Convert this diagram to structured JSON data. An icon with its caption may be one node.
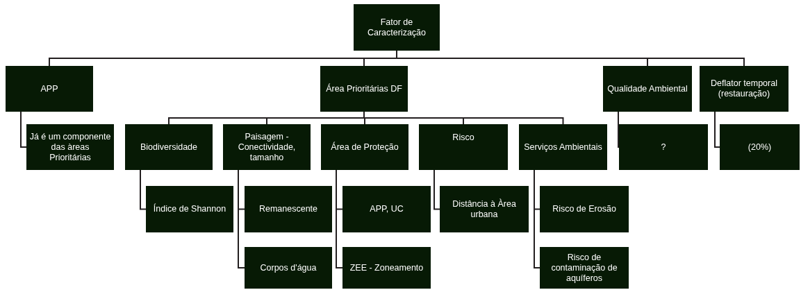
{
  "diagram": {
    "nodes": [
      {
        "text": [
          "Fator de Caracterização"
        ]
      },
      {
        "text": [
          "APP"
        ]
      },
      {
        "text": [
          "Área Prioritárias DF"
        ]
      },
      {
        "text": [
          "Qualidade Ambiental"
        ]
      },
      {
        "text": [
          "Deflator temporal (restauração)"
        ]
      },
      {
        "text": [
          "Já é um componente das àreas Prioritárias"
        ]
      },
      {
        "text": [
          "Biodiversidade"
        ]
      },
      {
        "text": [
          "Paisagem - Conectividade, tamanho"
        ]
      },
      {
        "text": [
          "Área de Proteção"
        ]
      },
      {
        "text": [
          "Risco"
        ]
      },
      {
        "text": [
          "Serviços Ambientais"
        ]
      },
      {
        "text": [
          "?"
        ]
      },
      {
        "text": [
          "(20%)"
        ]
      },
      {
        "text": [
          "Índice de Shannon"
        ]
      },
      {
        "text": [
          "Remanescente"
        ]
      },
      {
        "text": [
          "APP, UC"
        ]
      },
      {
        "text": [
          "Distância à Àrea urbana"
        ]
      },
      {
        "text": [
          "Risco de Erosão"
        ]
      },
      {
        "text": [
          "Corpos d'água"
        ]
      },
      {
        "text": [
          "ZEE - Zoneamento"
        ]
      },
      {
        "text": [
          "Risco de contaminação de aquíferos"
        ]
      }
    ],
    "edges": [
      {
        "from": 0,
        "to": 1,
        "arrow": "none"
      },
      {
        "from": 0,
        "to": 2,
        "arrow": "none"
      },
      {
        "from": 0,
        "to": 3,
        "arrow": "none"
      },
      {
        "from": 0,
        "to": 4,
        "arrow": "none"
      },
      {
        "from": 1,
        "to": 5,
        "arrow": "none"
      },
      {
        "from": 2,
        "to": 6,
        "arrow": "none"
      },
      {
        "from": 2,
        "to": 7,
        "arrow": "none"
      },
      {
        "from": 2,
        "to": 8,
        "arrow": "none"
      },
      {
        "from": 2,
        "to": 9,
        "arrow": "none"
      },
      {
        "from": 2,
        "to": 10,
        "arrow": "none"
      },
      {
        "from": 3,
        "to": 11,
        "arrow": "none"
      },
      {
        "from": 4,
        "to": 12,
        "arrow": "none"
      },
      {
        "from": 6,
        "to": 13,
        "arrow": "none"
      },
      {
        "from": 7,
        "to": 14,
        "arrow": "none"
      },
      {
        "from": 7,
        "to": 18,
        "arrow": "none"
      },
      {
        "from": 8,
        "to": 15,
        "arrow": "none"
      },
      {
        "from": 8,
        "to": 19,
        "arrow": "none"
      },
      {
        "from": 9,
        "to": 16,
        "arrow": "none"
      },
      {
        "from": 10,
        "to": 17,
        "arrow": "none"
      },
      {
        "from": 10,
        "to": 20,
        "arrow": "none"
      }
    ]
  }
}
